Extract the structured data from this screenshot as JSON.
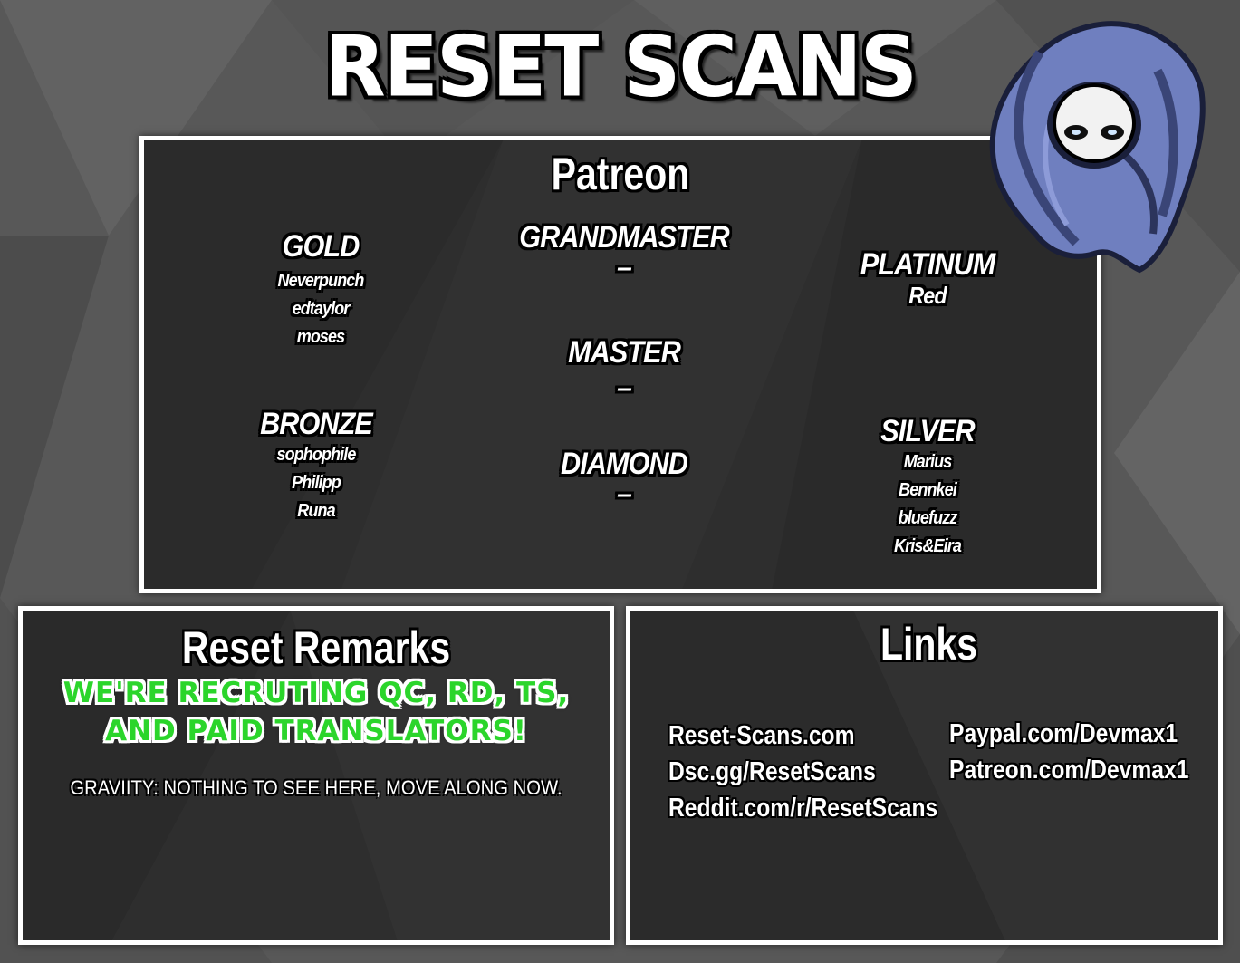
{
  "site_title": "RESET SCANS",
  "patreon": {
    "title": "Patreon",
    "tiers": {
      "gold": {
        "label": "GOLD",
        "members": [
          "Neverpunch",
          "edtaylor",
          "moses"
        ]
      },
      "grandmaster": {
        "label": "GRANDMASTER",
        "members": [
          "–"
        ]
      },
      "platinum": {
        "label": "PLATINUM",
        "members": [
          "Red"
        ]
      },
      "master": {
        "label": "MASTER",
        "members": [
          "–"
        ]
      },
      "bronze": {
        "label": "BRONZE",
        "members": [
          "sophophile",
          "Philipp",
          "Runa"
        ]
      },
      "diamond": {
        "label": "DIAMOND",
        "members": [
          "–"
        ]
      },
      "silver": {
        "label": "SILVER",
        "members": [
          "Marius",
          "Bennkei",
          "bluefuzz",
          "Kris&Eira"
        ]
      }
    }
  },
  "remarks": {
    "title": "Reset Remarks",
    "recruit_line1": "WE'RE RECRUTING QC, RD, TS,",
    "recruit_line2": "AND PAID TRANSLATORS!",
    "note": "GRAVIITY: NOTHING TO SEE HERE, MOVE ALONG NOW.",
    "recruit_color": "#2bd52b"
  },
  "links": {
    "title": "Links",
    "left": [
      "Reset-Scans.com",
      "Dsc.gg/ResetScans",
      "Reddit.com/r/ResetScans"
    ],
    "right": [
      "Paypal.com/Devmax1",
      "Patreon.com/Devmax1"
    ]
  },
  "mascot": {
    "icon": "hooded-masked-mascot-icon"
  }
}
